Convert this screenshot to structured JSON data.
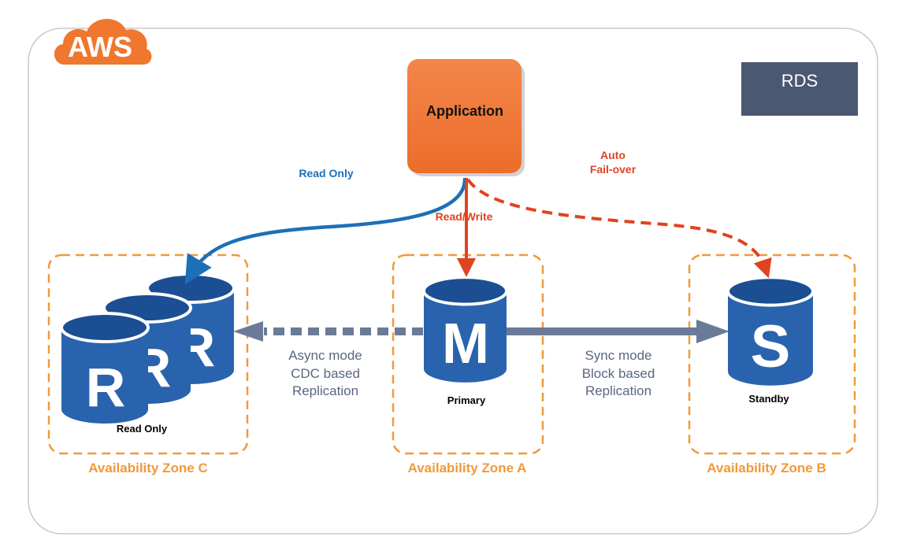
{
  "badges": {
    "aws": "AWS",
    "service": "RDS"
  },
  "application": {
    "label": "Application"
  },
  "connections": {
    "read_only": "Read Only",
    "read_write": "Read/Write",
    "auto_failover_line1": "Auto",
    "auto_failover_line2": "Fail-over",
    "async_line1": "Async mode",
    "async_line2": "CDC based",
    "async_line3": "Replication",
    "sync_line1": "Sync mode",
    "sync_line2": "Block based",
    "sync_line3": "Replication"
  },
  "zones": [
    {
      "name": "Availability Zone C",
      "db_letter": "R",
      "db_caption": "Read Only"
    },
    {
      "name": "Availability Zone A",
      "db_letter": "M",
      "db_caption": "Primary"
    },
    {
      "name": "Availability Zone B",
      "db_letter": "S",
      "db_caption": "Standby"
    }
  ],
  "colors": {
    "aws_orange": "#f0772e",
    "zone_orange": "#ef9a3a",
    "rds_slate": "#4b5872",
    "db_blue": "#2a63ad",
    "db_blue_dark": "#1b4e92",
    "read_only_blue": "#1d6fb8",
    "read_write_red": "#e0431f",
    "replication_slate": "#6b7a96"
  }
}
